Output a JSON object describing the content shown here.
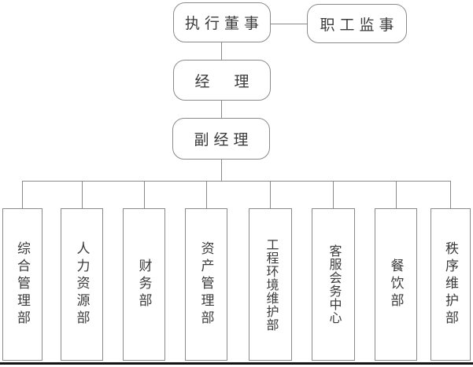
{
  "org": {
    "executive_director": "执行董事",
    "staff_supervisor": "职工监事",
    "manager": "经　理",
    "deputy_manager": "副经理",
    "departments": [
      {
        "label": "综合管理部"
      },
      {
        "label": "人力资源部"
      },
      {
        "label": "财务部"
      },
      {
        "label": "资产管理部"
      },
      {
        "label": "工程环境维护部"
      },
      {
        "label": "客服会务中心"
      },
      {
        "label": "餐饮部"
      },
      {
        "label": "秩序维护部"
      }
    ]
  },
  "colors": {
    "background": "#ffffff",
    "line": "#8a8a8a",
    "text": "#3b3b3b",
    "page_rule": "#141414"
  }
}
